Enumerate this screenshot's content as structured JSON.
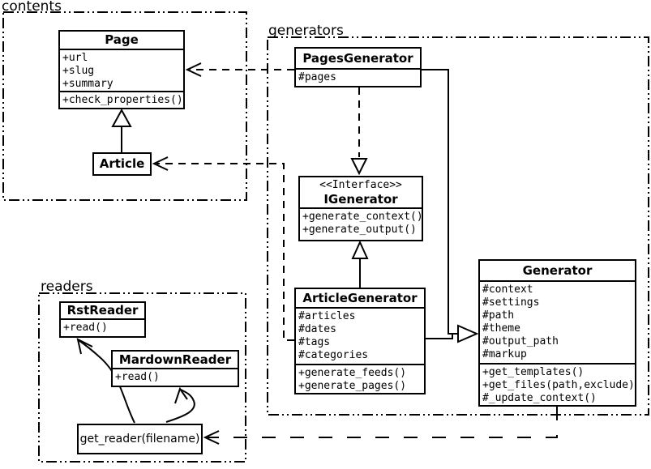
{
  "diagram": {
    "packages": {
      "contents": "contents",
      "generators": "generators",
      "readers": "readers"
    },
    "classes": {
      "page": {
        "name": "Page",
        "attrs": [
          "+url",
          "+slug",
          "+summary"
        ],
        "methods": [
          "+check_properties()"
        ]
      },
      "article": {
        "name": "Article"
      },
      "pages_generator": {
        "name": "PagesGenerator",
        "attrs": [
          "#pages"
        ]
      },
      "igenerator": {
        "stereotype": "<<Interface>>",
        "name": "IGenerator",
        "methods": [
          "+generate_context()",
          "+generate_output()"
        ]
      },
      "article_generator": {
        "name": "ArticleGenerator",
        "attrs": [
          "#articles",
          "#dates",
          "#tags",
          "#categories"
        ],
        "methods": [
          "+generate_feeds()",
          "+generate_pages()"
        ]
      },
      "generator": {
        "name": "Generator",
        "attrs": [
          "#context",
          "#settings",
          "#path",
          "#theme",
          "#output_path",
          "#markup"
        ],
        "methods": [
          "+get_templates()",
          "+get_files(path,exclude)",
          "#_update_context()"
        ]
      },
      "rst_reader": {
        "name": "RstReader",
        "methods": [
          "+read()"
        ]
      },
      "mardown_reader": {
        "name": "MardownReader",
        "methods": [
          "+read()"
        ]
      },
      "get_reader": {
        "label": "get_reader(filename)"
      }
    },
    "colors": {
      "ink": "#000000",
      "paper": "#ffffff"
    }
  }
}
